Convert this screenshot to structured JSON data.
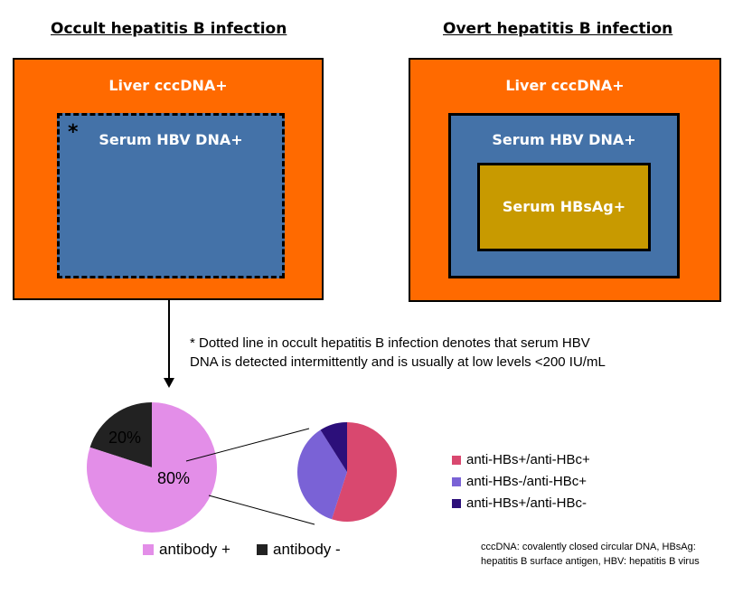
{
  "occult": {
    "title": "Occult hepatitis B infection",
    "outer_label": "Liver cccDNA+",
    "inner_label": "Serum HBV DNA+",
    "asterisk": "*"
  },
  "overt": {
    "title": "Overt hepatitis B infection",
    "outer_label": "Liver cccDNA+",
    "middle_label": "Serum HBV DNA+",
    "inner_label": "Serum HBsAg+"
  },
  "footnote": {
    "line1": "* Dotted line in occult hepatitis B infection denotes that serum HBV",
    "line2": "DNA is detected intermittently and is usually at low levels <200 IU/mL"
  },
  "abbreviations": {
    "line1": "cccDNA: covalently closed circular DNA, HBsAg:",
    "line2": "hepatitis B surface antigen, HBV: hepatitis B virus"
  },
  "colors": {
    "orange": "#ff6a00",
    "blue": "#4472a8",
    "gold": "#c89a00",
    "pie_pink": "#e38ee8",
    "pie_dark": "#222222",
    "anti_pos_pos": "#d9486f",
    "anti_neg_pos": "#7a62d6",
    "anti_pos_neg": "#2c0f7a"
  },
  "chart_data": [
    {
      "type": "pie",
      "slices": [
        {
          "label": "antibody +",
          "value": 80,
          "display": "80%",
          "color": "#e38ee8"
        },
        {
          "label": "antibody -",
          "value": 20,
          "display": "20%",
          "color": "#222222"
        }
      ],
      "legend": [
        "antibody +",
        "antibody -"
      ]
    },
    {
      "type": "pie",
      "slices": [
        {
          "label": "anti-HBs+/anti-HBc+",
          "value": 55,
          "color": "#d9486f"
        },
        {
          "label": "anti-HBs-/anti-HBc+",
          "value": 36,
          "color": "#7a62d6"
        },
        {
          "label": "anti-HBs+/anti-HBc-",
          "value": 9,
          "color": "#2c0f7a"
        }
      ],
      "legend": [
        "anti-HBs+/anti-HBc+",
        "anti-HBs-/anti-HBc+",
        "anti-HBs+/anti-HBc-"
      ]
    }
  ]
}
